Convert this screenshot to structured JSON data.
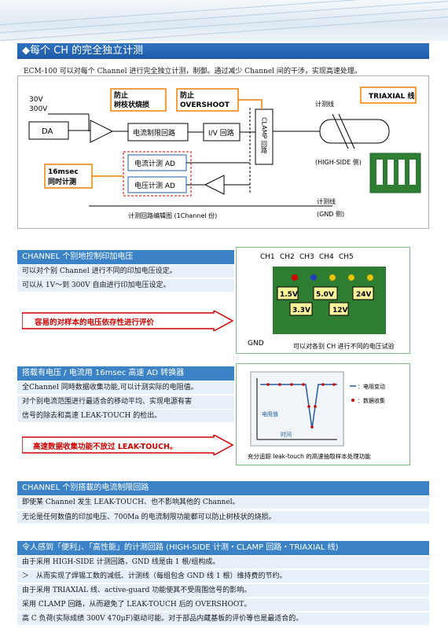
{
  "header": {
    "title": "◆每个 CH 的完全独立计测",
    "intro": "ECM-100 可以对每个 Channel 进行完全独立计测，制御。通过减少 Channel 间的干涉，实现高速处理。"
  },
  "diagram": {
    "v30": "30V",
    "v300": "300V",
    "da": "DA",
    "anti_tree": [
      "防止",
      "树枝状烧损"
    ],
    "anti_overshoot": [
      "防止",
      "OVERSHOOT"
    ],
    "triaxial": "TRIAXIAL 线",
    "current_limit": "电流制限回路",
    "iv": "I/V 回路",
    "clamp": "CLAMP 回路",
    "measure_line": "计测线",
    "highside": "(HIGH-SIDE 侧)",
    "ad1": "电流计测 AD",
    "ad2": "电压计测 AD",
    "sync": [
      "16msec",
      "同时计测"
    ],
    "measure_line2": "计测线",
    "gnd_side": "(GND 侧)",
    "caption": "计测回路编辑图 (1Channel 份)"
  },
  "section1": {
    "head": "CHANNEL 个别地控制印加电压",
    "rows": [
      "可以对个别 Channel 进行不同的印加电压设定。",
      "可以从 1V～到 300V 自由进行印加电压设定。"
    ],
    "arrow": "容易的对样本的电压依存性进行评价",
    "channels": [
      "CH1",
      "CH2",
      "CH3",
      "CH4",
      "CH5"
    ],
    "volts": [
      "1.5V",
      "5.0V",
      "24V",
      "3.3V",
      "12V"
    ],
    "gnd": "GND",
    "caption": "可以对各别 CH 进行不同的电压试验"
  },
  "section2": {
    "head": "搭载有电压 / 电流用 16msec 高速 AD 转换器",
    "rows": [
      "全Channel 同時数据收集功能,可以计测实际的电阻值。",
      "对个别电流范围进行最适合的移动平均、实现电源有害",
      "信号的除去和高速 LEAK-TOUCH 的检出。"
    ],
    "arrow": [
      "高速数据收集",
      "功能不放过 LEAK-TOUCH。"
    ],
    "legend": [
      "：电阻变动",
      "：数据收集"
    ],
    "ylabel": "电阻值",
    "xlabel": "时间",
    "caption": "充分追踪 leak-touch 的高速抽取样本处理功能"
  },
  "section3": {
    "head": "CHANNEL 个别搭載的电流制限回路",
    "rows": [
      "即使某 Channel 发生 LEAK-TOUCH、也不影响其他的 Channel。",
      "无论是任何数值的印加电压、700Ma 的电流制限功能都可以防止树枝状的烧损。"
    ]
  },
  "section4": {
    "head": "令人感到「便利」、「高性能」的计测回路 (HIGH-SIDE 计测・CLAMP 回路・TRIAXIAL 线)",
    "rows": [
      "由于采用 HIGH-SIDE 计测回路，GND 线是由 1 根/组构成。",
      "＞　从而实现了焊锡工数的减低、计测线（每组包含 GND 线 1 根）维持费的节约。",
      "由于采用 TRIAXIAL 线、active-guard 功能使其不受周围信号的影响。",
      "采用 CLAMP 回路，从而避免了 LEAK-TOUCH 后的 OVERSHOOT。",
      "高 C 负荷(实际成绩 300V 470μF)驱动可能。对于部品内蔵基板的评价等也是最适合的。"
    ]
  }
}
